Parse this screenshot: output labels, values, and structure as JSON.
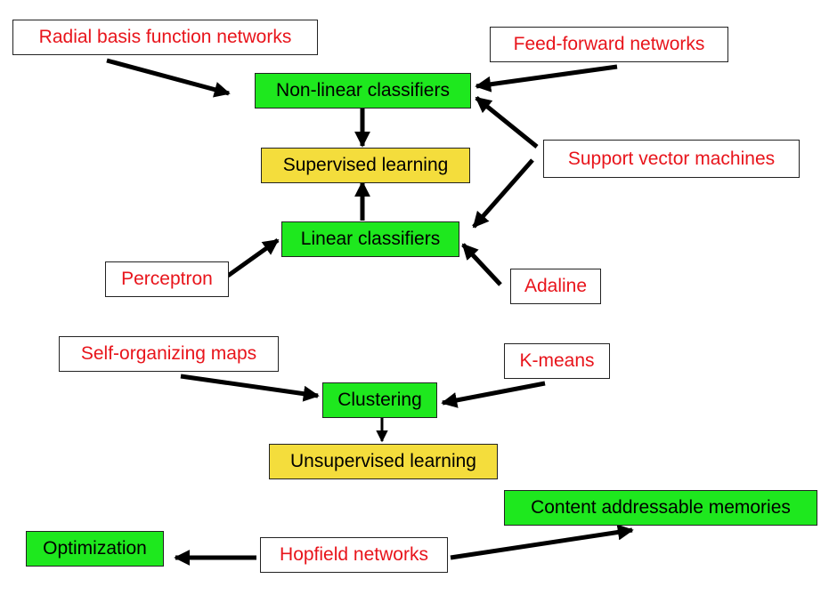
{
  "nodes": {
    "radial_basis": "Radial basis function networks",
    "feed_forward": "Feed-forward networks",
    "nonlinear_classifiers": "Non-linear classifiers",
    "supervised_learning": "Supervised learning",
    "support_vector_machines": "Support vector machines",
    "linear_classifiers": "Linear classifiers",
    "perceptron": "Perceptron",
    "adaline": "Adaline",
    "self_organizing_maps": "Self-organizing maps",
    "k_means": "K-means",
    "clustering": "Clustering",
    "unsupervised_learning": "Unsupervised learning",
    "content_addressable_memories": "Content addressable memories",
    "optimization": "Optimization",
    "hopfield_networks": "Hopfield networks"
  },
  "colors": {
    "method_text": "#e8141b",
    "category_fill": "#1ee81e",
    "learning_fill": "#f4dd3c",
    "arrow": "#000000"
  },
  "edges": [
    {
      "from": "radial_basis",
      "to": "nonlinear_classifiers"
    },
    {
      "from": "feed_forward",
      "to": "nonlinear_classifiers"
    },
    {
      "from": "support_vector_machines",
      "to": "nonlinear_classifiers"
    },
    {
      "from": "support_vector_machines",
      "to": "linear_classifiers"
    },
    {
      "from": "nonlinear_classifiers",
      "to": "supervised_learning"
    },
    {
      "from": "linear_classifiers",
      "to": "supervised_learning"
    },
    {
      "from": "perceptron",
      "to": "linear_classifiers"
    },
    {
      "from": "adaline",
      "to": "linear_classifiers"
    },
    {
      "from": "self_organizing_maps",
      "to": "clustering"
    },
    {
      "from": "k_means",
      "to": "clustering"
    },
    {
      "from": "clustering",
      "to": "unsupervised_learning"
    },
    {
      "from": "hopfield_networks",
      "to": "optimization"
    },
    {
      "from": "hopfield_networks",
      "to": "content_addressable_memories"
    }
  ]
}
